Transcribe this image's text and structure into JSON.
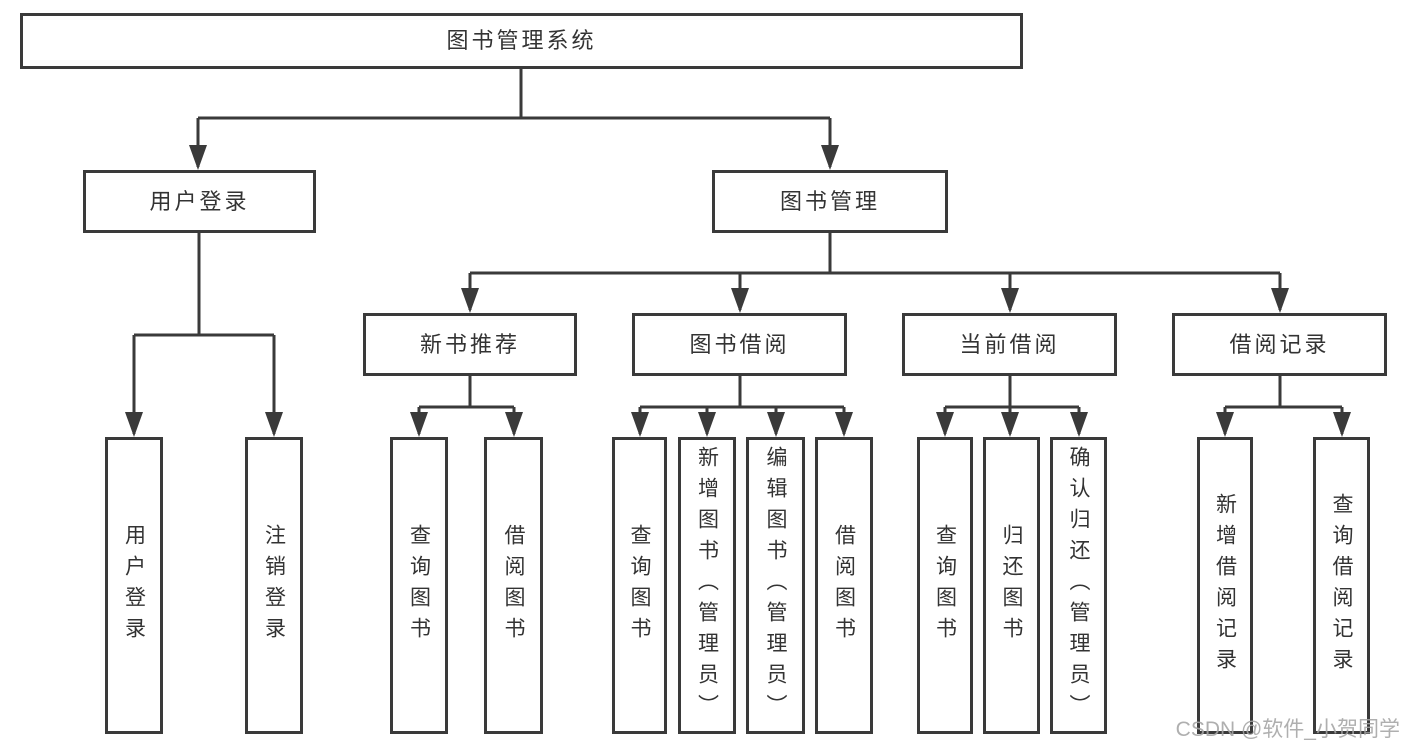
{
  "diagram": {
    "type": "hierarchy-tree",
    "title": "图书管理系统",
    "tree": {
      "root": "图书管理系统",
      "children": [
        {
          "label": "用户登录",
          "children": [
            "用户登录",
            "注销登录"
          ]
        },
        {
          "label": "图书管理",
          "children": [
            {
              "label": "新书推荐",
              "children": [
                "查询图书",
                "借阅图书"
              ]
            },
            {
              "label": "图书借阅",
              "children": [
                "查询图书",
                "新增图书（管理员）",
                "编辑图书（管理员）",
                "借阅图书"
              ]
            },
            {
              "label": "当前借阅",
              "children": [
                "查询图书",
                "归还图书",
                "确认归还（管理员）"
              ]
            },
            {
              "label": "借阅记录",
              "children": [
                "新增借阅记录",
                "查询借阅记录"
              ]
            }
          ]
        }
      ]
    }
  },
  "watermark": {
    "text": "CSDN @软件_小贺同学"
  },
  "colors": {
    "line": "#3a3a3a",
    "text": "#333333",
    "box_fill": "#ffffff",
    "background": "#ffffff",
    "watermark": "#a5a5a5"
  }
}
